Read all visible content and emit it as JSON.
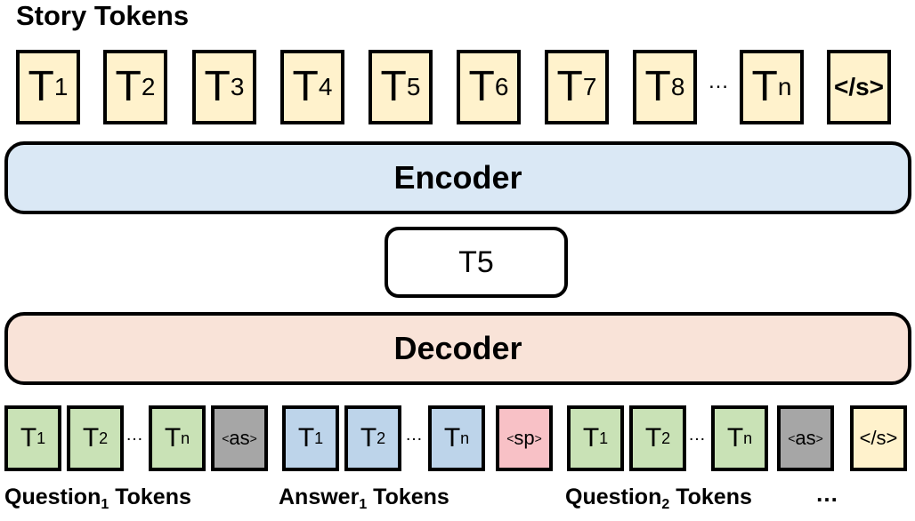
{
  "title": "Story Tokens",
  "story_tokens": [
    {
      "main": "T",
      "sub": "1"
    },
    {
      "main": "T",
      "sub": "2"
    },
    {
      "main": "T",
      "sub": "3"
    },
    {
      "main": "T",
      "sub": "4"
    },
    {
      "main": "T",
      "sub": "5"
    },
    {
      "main": "T",
      "sub": "6"
    },
    {
      "main": "T",
      "sub": "7"
    },
    {
      "main": "T",
      "sub": "8"
    },
    {
      "main": "T",
      "sub": "n"
    },
    {
      "main": "</s>"
    }
  ],
  "ellipsis": "…",
  "encoder_label": "Encoder",
  "model_label": "T5",
  "decoder_label": "Decoder",
  "output_tokens": [
    {
      "main": "T",
      "sub": "1",
      "kind": "question"
    },
    {
      "main": "T",
      "sub": "2",
      "kind": "question"
    },
    {
      "main": "T",
      "sub": "n",
      "kind": "question"
    },
    {
      "lt": "<",
      "main": "as",
      "gt": ">",
      "kind": "answer-start"
    },
    {
      "main": "T",
      "sub": "1",
      "kind": "answer"
    },
    {
      "main": "T",
      "sub": "2",
      "kind": "answer"
    },
    {
      "main": "T",
      "sub": "n",
      "kind": "answer"
    },
    {
      "lt": "<",
      "main": "sp",
      "gt": ">",
      "kind": "separator"
    },
    {
      "main": "T",
      "sub": "1",
      "kind": "question"
    },
    {
      "main": "T",
      "sub": "2",
      "kind": "question"
    },
    {
      "main": "T",
      "sub": "n",
      "kind": "question"
    },
    {
      "lt": "<",
      "main": "as",
      "gt": ">",
      "kind": "answer-start"
    },
    {
      "main": "</s>",
      "kind": "end"
    }
  ],
  "labels": [
    {
      "prefix": "Question",
      "sub": "1",
      "suffix": " Tokens"
    },
    {
      "prefix": "Answer",
      "sub": "1",
      "suffix": " Tokens"
    },
    {
      "prefix": "Question",
      "sub": "2",
      "suffix": " Tokens"
    }
  ],
  "trailing_ellipsis": "…",
  "colors": {
    "story_token": "#fff2cc",
    "encoder": "#dae8f5",
    "decoder": "#f9e3d8",
    "question_token": "#c9e2b6",
    "answer_token": "#bdd4ea",
    "answer_start_token": "#a6a6a6",
    "separator_token": "#f8c1c6",
    "end_token": "#fff2cc"
  }
}
